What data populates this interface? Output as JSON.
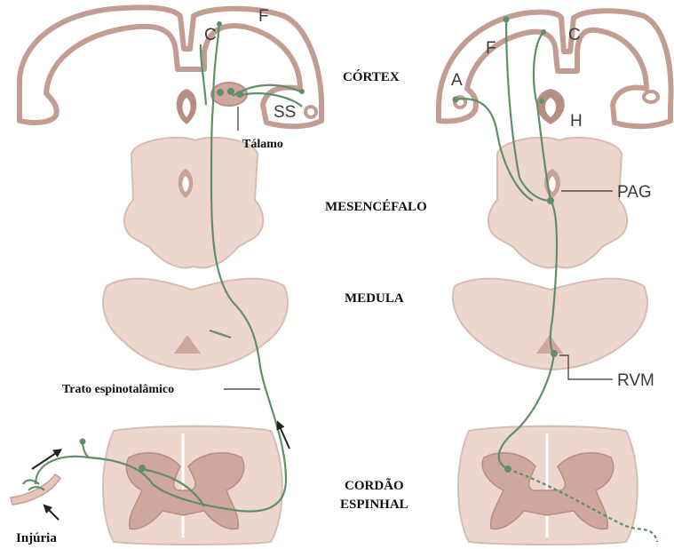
{
  "colors": {
    "tissue_fill": "#ecd6cd",
    "tissue_stroke": "#c7a59c",
    "cortex_stroke": "#c49d92",
    "grey_matter": "#cfa79d",
    "ventricle_dark": "#b68e84",
    "pathway": "#5f8f66",
    "text": "#111111",
    "letter": "#3a3a3a"
  },
  "levels": {
    "cortex": "CÓRTEX",
    "midbrain": "MESENCÉFALO",
    "medulla": "MEDULA",
    "spinal_cord_line1": "CORDÃO",
    "spinal_cord_line2": "ESPINHAL"
  },
  "left_panel": {
    "label_f": "F",
    "label_c": "C",
    "label_ss": "SS",
    "thalamus": "Tálamo",
    "tract": "Trato espinotalâmico",
    "injury": "Injúria"
  },
  "right_panel": {
    "label_f": "F",
    "label_c": "C",
    "label_a": "A",
    "label_h": "H",
    "pag": "PAG",
    "rvm": "RVM"
  },
  "icons": {
    "flow_arrow": "arrow-icon"
  }
}
